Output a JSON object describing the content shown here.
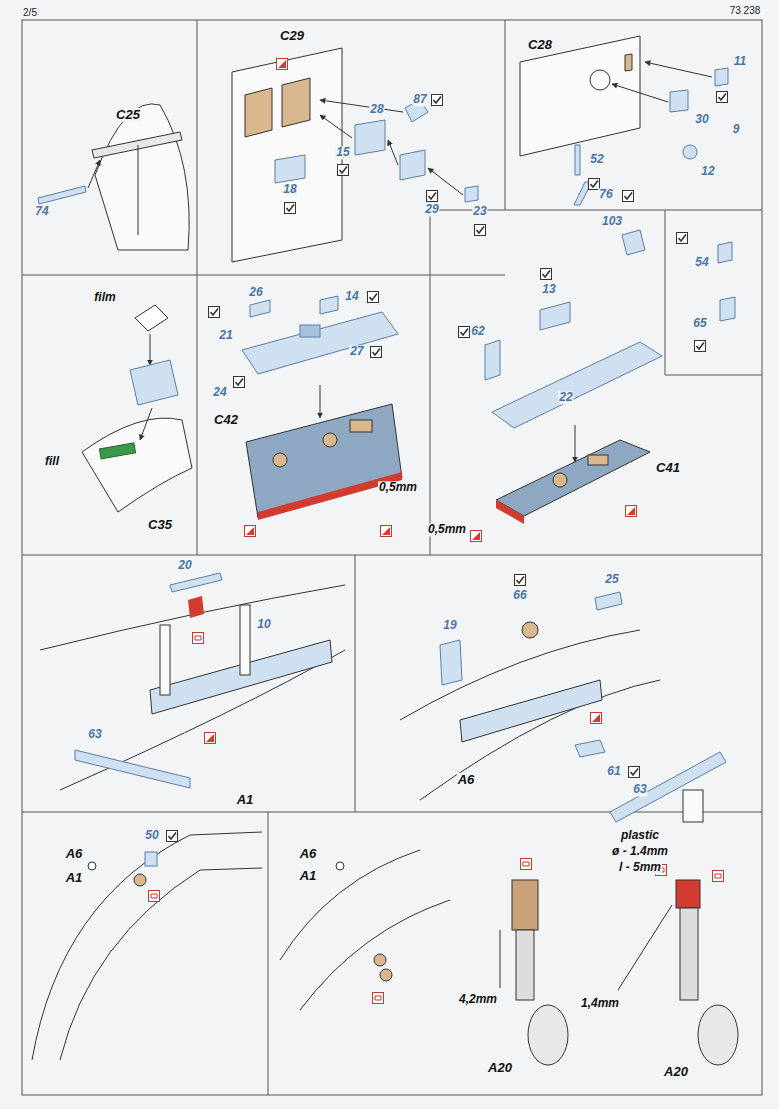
{
  "diagram": {
    "labels": [
      "2/5",
      "73 238",
      "C25",
      "74",
      "C29",
      "87",
      "15",
      "28",
      "18",
      "29",
      "23",
      "C28",
      "11",
      "30",
      "9",
      "12",
      "52",
      "76",
      "film",
      "24",
      "fill",
      "C35",
      "26",
      "14",
      "21",
      "27",
      "C42",
      "0,5mm",
      "103",
      "54",
      "13",
      "62",
      "65",
      "22",
      "C41",
      "0,5mm",
      "20",
      "10",
      "63",
      "A1",
      "66",
      "25",
      "19",
      "61",
      "A6",
      "63",
      "50",
      "A6",
      "A1",
      "A6",
      "A1",
      "plastic",
      "ø - 1.4mm",
      "l - 5mm",
      "4,2mm",
      "1,4mm",
      "A20",
      "A20"
    ]
  }
}
